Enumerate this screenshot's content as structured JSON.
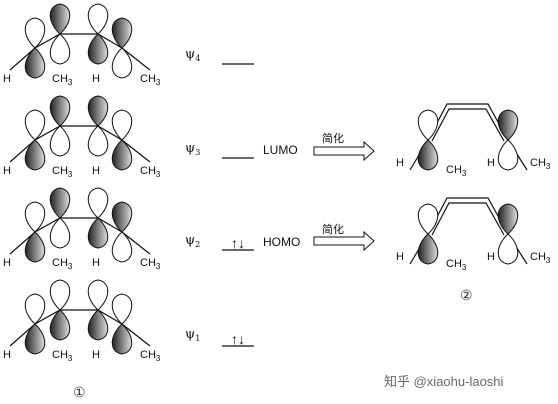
{
  "orbital_levels": [
    {
      "psi": "ψ",
      "index": "4",
      "electrons": "",
      "label": ""
    },
    {
      "psi": "ψ",
      "index": "3",
      "electrons": "",
      "label": "LUMO"
    },
    {
      "psi": "ψ",
      "index": "2",
      "electrons": "↑↓",
      "label": "HOMO"
    },
    {
      "psi": "ψ",
      "index": "1",
      "electrons": "↑↓",
      "label": ""
    }
  ],
  "atoms": {
    "h": "H",
    "c": "CH",
    "three": "3"
  },
  "arrow_text": "简化",
  "panel_markers": {
    "left": "①",
    "right": "②"
  },
  "watermark": "知乎 @xiaohu-laoshi",
  "lobe_colors": {
    "shaded": "#555555",
    "outline": "#111111",
    "light": "#ffffff"
  }
}
